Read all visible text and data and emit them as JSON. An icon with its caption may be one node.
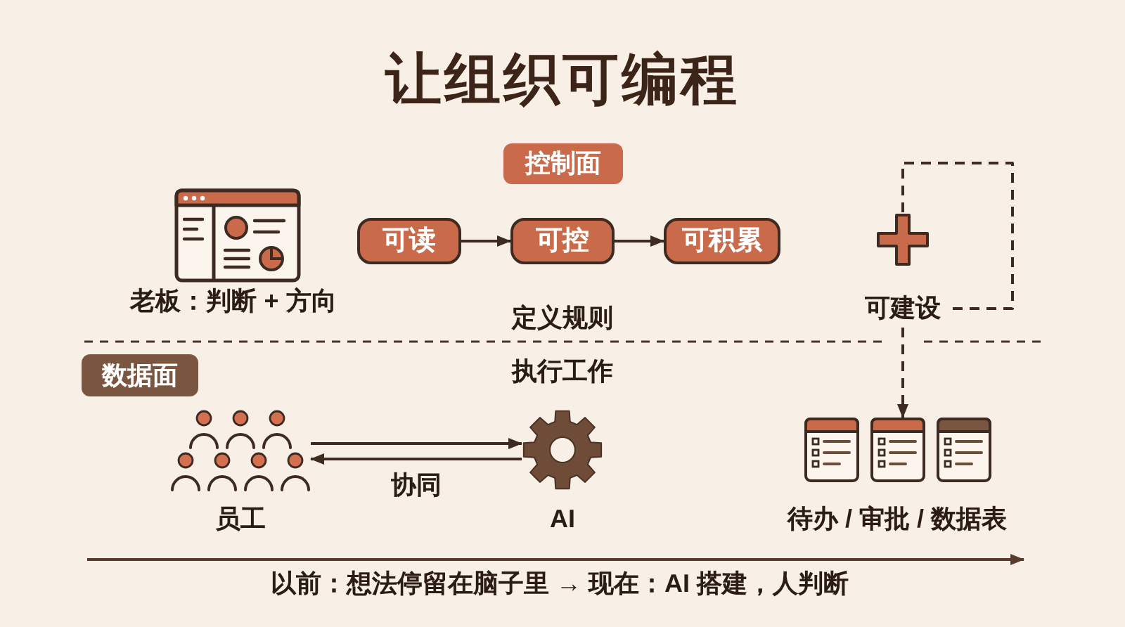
{
  "diagram": {
    "title": "让组织可编程",
    "nodes": [
      {
        "text": [
          "控制面"
        ]
      },
      {
        "text": [
          "可读"
        ]
      },
      {
        "text": [
          "可控"
        ]
      },
      {
        "text": [
          "可积累"
        ]
      },
      {
        "text": [],
        "shape": "plus"
      },
      {
        "text": [
          "可建设"
        ]
      },
      {
        "text": [
          "数据面"
        ]
      },
      {
        "text": [],
        "shape": "person",
        "beside": [
          "员工"
        ]
      },
      {
        "text": [],
        "shape": "gear",
        "beside": [
          "AI"
        ]
      },
      {
        "text": [],
        "shape": "picture",
        "beside": [
          "待办 / 审批 / 数据表"
        ]
      }
    ],
    "edges": [
      {
        "from": 1,
        "to": 2,
        "arrow": "to"
      },
      {
        "from": 2,
        "to": 3,
        "arrow": "to"
      },
      {
        "from": 4,
        "to": 5,
        "arrow": "none",
        "style": "dashed"
      },
      {
        "from": 5,
        "to": 9,
        "arrow": "to",
        "style": "dashed"
      },
      {
        "from": 7,
        "to": 8,
        "arrow": "to"
      },
      {
        "from": 8,
        "to": 7,
        "arrow": "to",
        "label": "协同"
      }
    ],
    "labels": [
      "老板：判断 + 方向",
      "定义规则",
      "执行工作"
    ],
    "caption": "以前：想法停留在脑子里 → 现在：AI 搭建，人判断"
  }
}
